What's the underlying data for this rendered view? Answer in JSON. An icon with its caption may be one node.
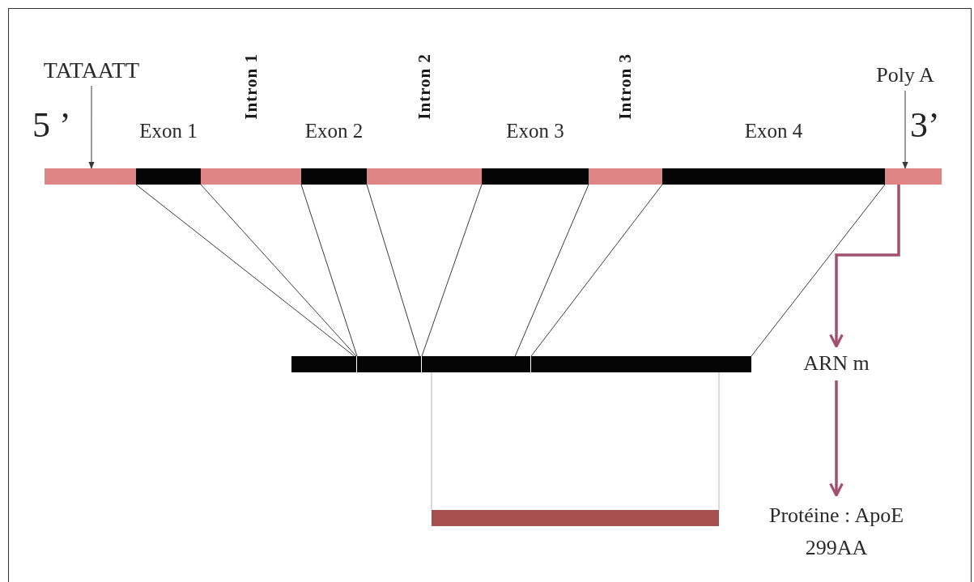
{
  "diagram": {
    "nodes": [
      {
        "text": [
          "TATAATT"
        ]
      },
      {
        "text": [
          "Poly A"
        ]
      },
      {
        "text": [],
        "shape": "bar"
      },
      {
        "text": [
          "Exon 1"
        ]
      },
      {
        "text": [
          "Intron 1"
        ]
      },
      {
        "text": [
          "Exon 2"
        ]
      },
      {
        "text": [
          "Intron 2"
        ]
      },
      {
        "text": [
          "Exon 3"
        ]
      },
      {
        "text": [
          "Intron 3"
        ]
      },
      {
        "text": [
          "Exon 4"
        ]
      },
      {
        "text": [],
        "shape": "bar"
      },
      {
        "text": [],
        "shape": "bar"
      },
      {
        "text": [],
        "shape": "bar"
      },
      {
        "text": [],
        "shape": "bar"
      },
      {
        "text": [],
        "shape": "bar"
      },
      {
        "text": [
          "ARN m"
        ]
      },
      {
        "text": [],
        "shape": "bar"
      },
      {
        "text": [
          "Protéine : ApoE 299AA"
        ]
      }
    ],
    "edges": [
      {
        "from": 0,
        "to": 2,
        "arrow": "to"
      },
      {
        "from": 1,
        "to": 10,
        "arrow": "to"
      },
      {
        "from": 3,
        "to": 11,
        "arrow": "none"
      },
      {
        "from": 3,
        "to": 11,
        "arrow": "none"
      },
      {
        "from": 5,
        "to": 12,
        "arrow": "none"
      },
      {
        "from": 5,
        "to": 12,
        "arrow": "none"
      },
      {
        "from": 7,
        "to": 13,
        "arrow": "none"
      },
      {
        "from": 7,
        "to": 13,
        "arrow": "none"
      },
      {
        "from": 9,
        "to": 14,
        "arrow": "none"
      },
      {
        "from": 9,
        "to": 14,
        "arrow": "none"
      },
      {
        "from": 13,
        "to": 16,
        "arrow": "none",
        "color": "#b5b5b5"
      },
      {
        "from": 14,
        "to": 16,
        "arrow": "none",
        "color": "#b5b5b5"
      },
      {
        "from": 10,
        "to": 15,
        "arrow": "to",
        "style": "thick",
        "color": "#a3506e"
      },
      {
        "from": 15,
        "to": 17,
        "arrow": "to",
        "style": "thick",
        "color": "#a3506e"
      }
    ],
    "labels": [
      "5 ’",
      "3’"
    ]
  }
}
